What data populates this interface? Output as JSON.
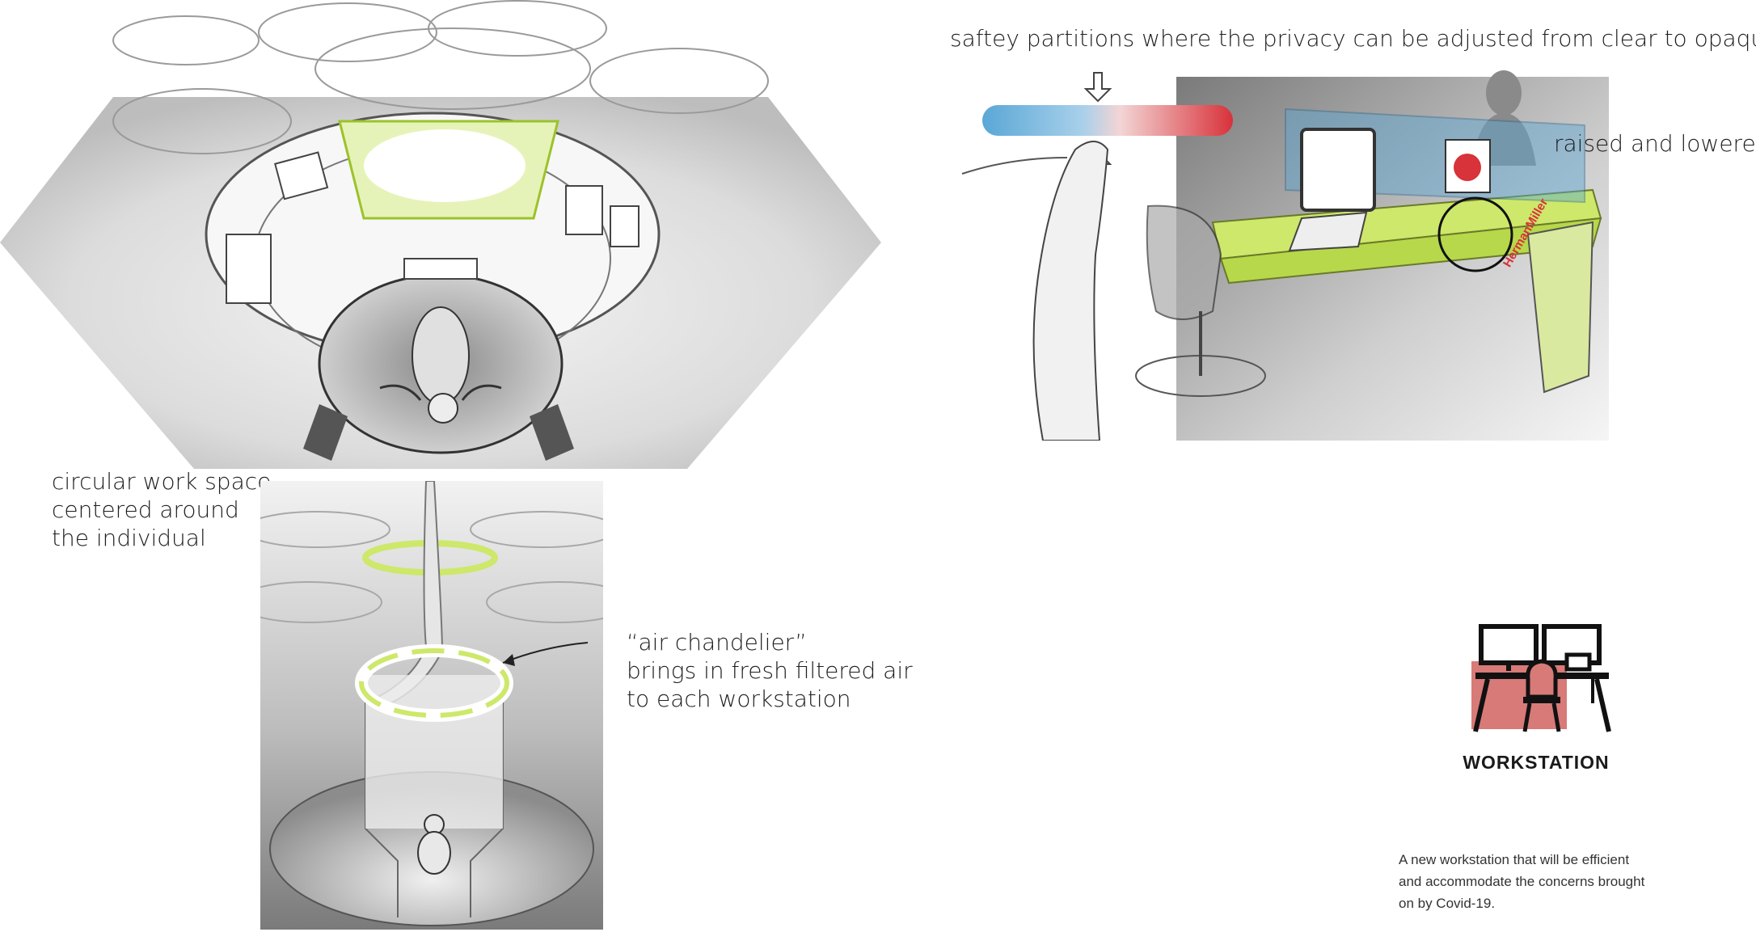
{
  "annotations": {
    "circular_workspace": [
      "circular  work space-",
      "centered around",
      "the individual"
    ],
    "air_chandelier": [
      "“air chandelier”",
      "brings in fresh filtered air",
      "to each workstation"
    ],
    "partitions": "saftey partitions where the privacy can be adjusted from clear to opaque",
    "raised": "raised and lowered"
  },
  "desk_brand": "HermanMiller",
  "card": {
    "title": "WORKSTATION",
    "description": [
      "A new workstation that will be efficient",
      "and accommodate the concerns brought",
      "on by Covid-19."
    ],
    "icon": "workstation-desk-icon"
  },
  "colors": {
    "accent_green": "#cde86a",
    "accent_red": "#d87a78",
    "partition_blue": "#5aa7d6",
    "slider_red": "#d8323a",
    "ink": "#1e1e1e"
  }
}
